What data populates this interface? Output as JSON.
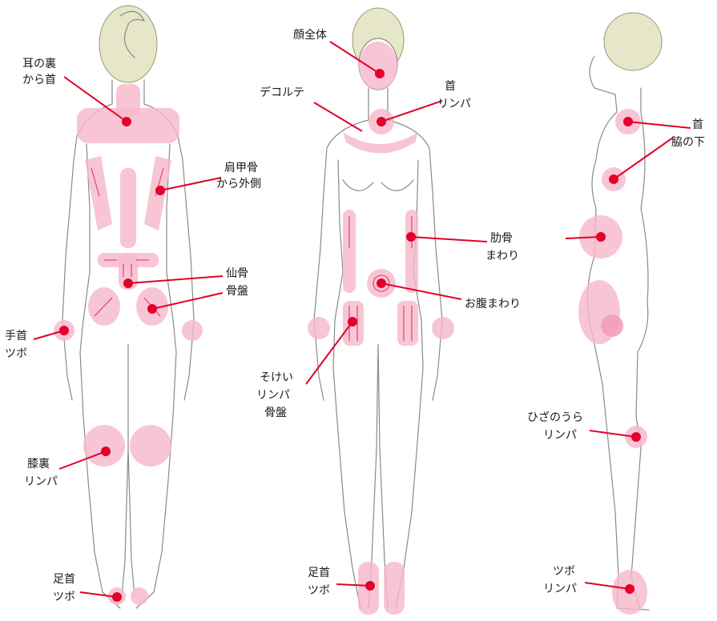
{
  "back_view": {
    "labels": {
      "ear_neck": [
        "耳の裏",
        "から首"
      ],
      "scapula": [
        "肩甲骨",
        "から外側"
      ],
      "sacrum": [
        "仙骨",
        "骨盤"
      ],
      "wrist": [
        "手首",
        "ツボ"
      ],
      "knee": [
        "膝裏",
        "リンパ"
      ],
      "ankle": [
        "足首",
        "ツボ"
      ]
    }
  },
  "front_view": {
    "labels": {
      "face": [
        "顔全体"
      ],
      "decollete": [
        "デコルテ"
      ],
      "neck_lymph": [
        "首",
        "リンパ"
      ],
      "ribs": [
        "肋骨",
        "まわり"
      ],
      "abdomen": [
        "お腹まわり"
      ],
      "groin": [
        "そけい",
        "リンパ",
        "骨盤"
      ],
      "ankle": [
        "足首",
        "ツボ"
      ]
    }
  },
  "side_view": {
    "labels": {
      "neck_armpit": [
        "首",
        "脇の下"
      ],
      "knee_back": [
        "ひざのうら",
        "リンパ"
      ],
      "ankle": [
        "ツボ",
        "リンパ"
      ]
    }
  },
  "colors": {
    "zone": "#f6b8cc",
    "dot": "#e3002a",
    "outline": "#8a8a8a"
  }
}
